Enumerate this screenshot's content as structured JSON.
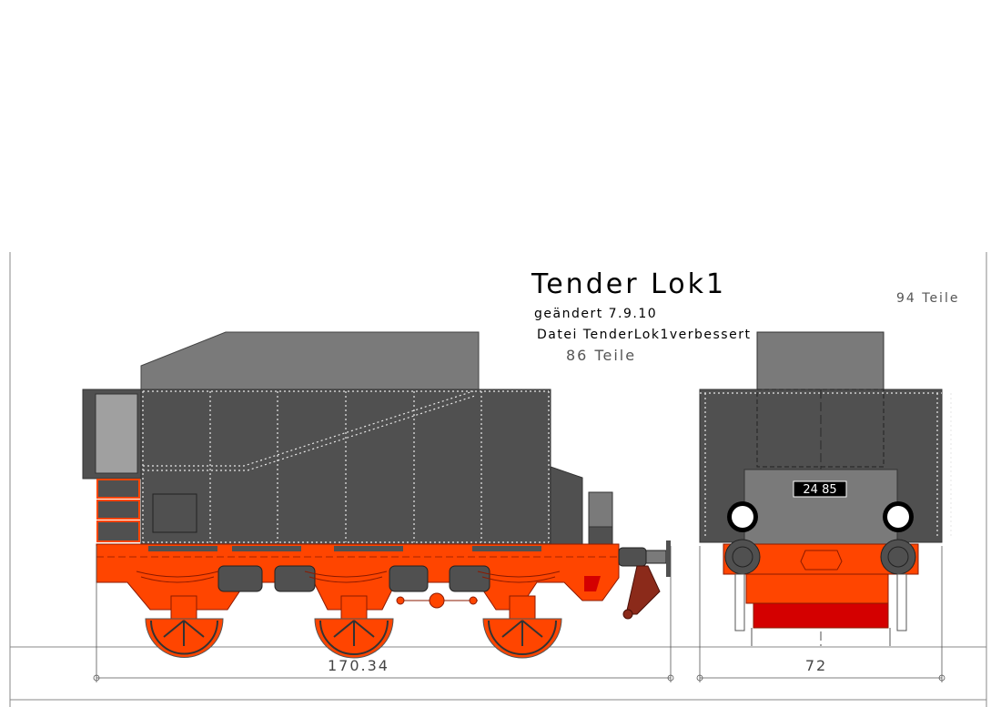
{
  "title": "Tender Lok1",
  "changed": "geändert 7.9.10",
  "file": "Datei TenderLok1verbessert",
  "parts_side": "86 Teile",
  "parts_total": "94 Teile",
  "dimensions": {
    "length": "170.34",
    "width": "72"
  },
  "plate_number": "24 85",
  "colors": {
    "body_dark": "#505050",
    "roof": "#7a7a7a",
    "frame_red": "#ff4500",
    "buffer_beam_red": "#d40000",
    "coupler_brown": "#8b2a1a"
  }
}
